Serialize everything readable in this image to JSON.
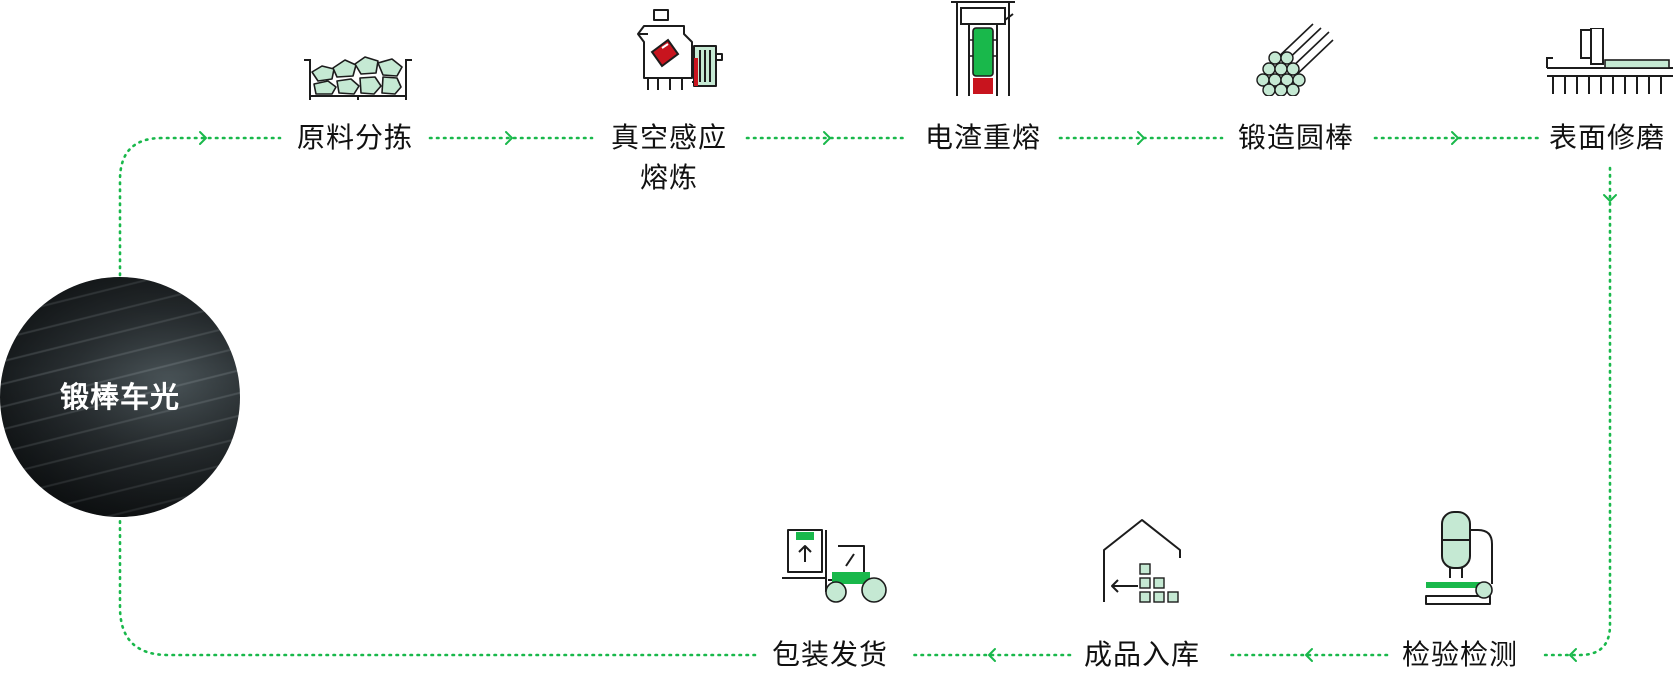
{
  "hub": {
    "label": "锻棒车光"
  },
  "steps": [
    {
      "label": "原料分拣",
      "icon": "raw-material-sorting-icon"
    },
    {
      "label": "真空感应熔炼",
      "icon": "vacuum-induction-furnace-icon"
    },
    {
      "label": "电渣重熔",
      "icon": "electroslag-remelting-icon"
    },
    {
      "label": "锻造圆棒",
      "icon": "forged-round-bars-icon"
    },
    {
      "label": "表面修磨",
      "icon": "surface-grinding-icon"
    },
    {
      "label": "检验检测",
      "icon": "microscope-inspection-icon"
    },
    {
      "label": "成品入库",
      "icon": "warehouse-storage-icon"
    },
    {
      "label": "包装发货",
      "icon": "forklift-shipping-icon"
    }
  ],
  "colors": {
    "accent": "#19b84b",
    "accent_light": "#c5e9d3",
    "red": "#c8141e",
    "line": "#1c1c1c"
  }
}
